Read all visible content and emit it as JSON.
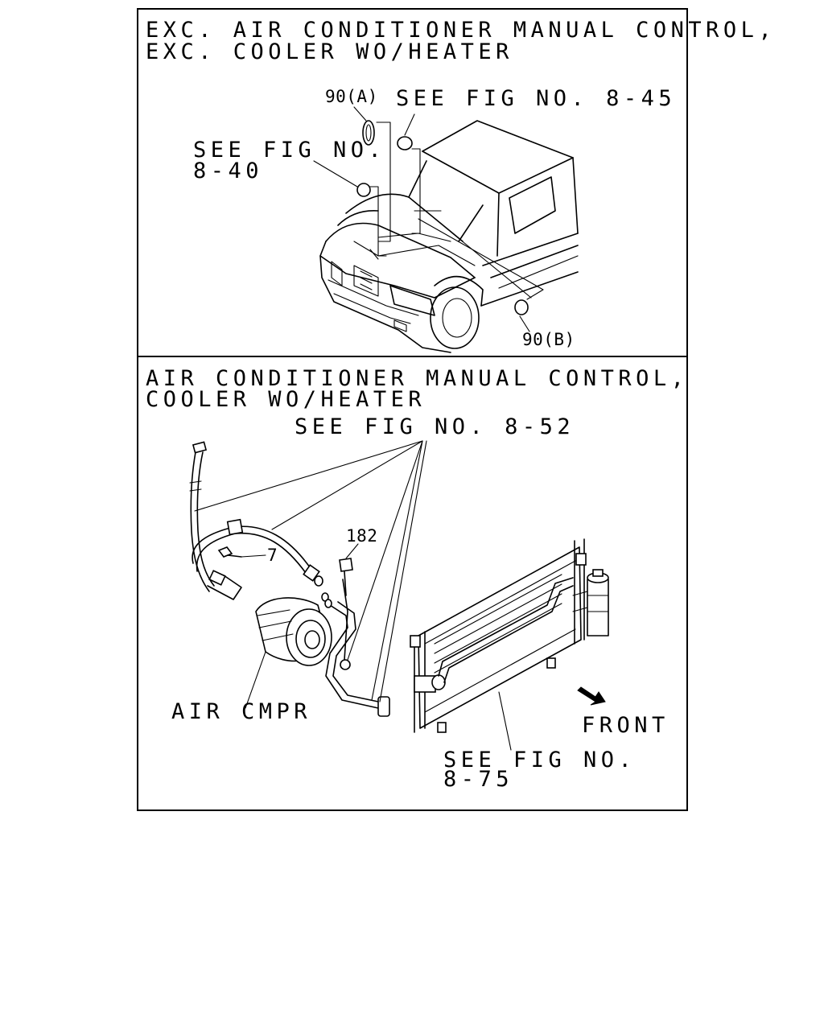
{
  "top_panel": {
    "heading_line1": "EXC. AIR CONDITIONER MANUAL CONTROL,",
    "heading_line2": "EXC. COOLER WO/HEATER",
    "callout_90a": "90(A)",
    "callout_845": "SEE FIG NO. 8-45",
    "callout_840_line1": "SEE FIG NO.",
    "callout_840_line2": "8-40",
    "callout_90b": "90(B)"
  },
  "bottom_panel": {
    "heading_line1": "AIR CONDITIONER MANUAL CONTROL,",
    "heading_line2": "COOLER WO/HEATER",
    "callout_852": "SEE FIG NO. 8-52",
    "callout_182": "182",
    "callout_7": "7",
    "callout_cmpr": "AIR CMPR",
    "callout_front": "FRONT",
    "callout_875_line1": "SEE FIG NO.",
    "callout_875_line2": "8-75"
  }
}
